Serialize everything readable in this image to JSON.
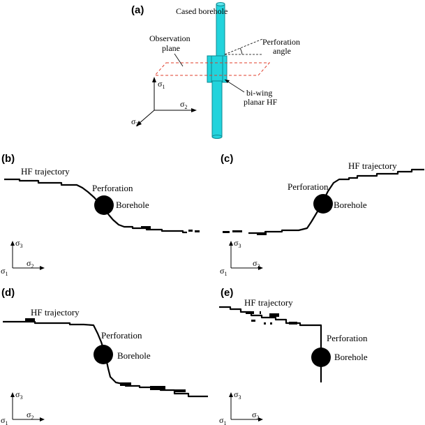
{
  "panels": [
    {
      "id": "a",
      "letter": "(a)"
    },
    {
      "id": "b",
      "letter": "(b)"
    },
    {
      "id": "c",
      "letter": "(c)"
    },
    {
      "id": "d",
      "letter": "(d)"
    },
    {
      "id": "e",
      "letter": "(e)"
    }
  ],
  "panel_a": {
    "cased_borehole": "Cased borehole",
    "observation_plane": [
      "Observation",
      "plane"
    ],
    "perforation_angle": [
      "Perforation",
      "angle"
    ],
    "bi_wing_hf": [
      "bi-wing",
      "planar HF"
    ]
  },
  "labels": {
    "hf_trajectory": "HF trajectory",
    "perforation": "Perforation",
    "borehole": "Borehole"
  },
  "stress": {
    "symbol": "σ",
    "sub1": "1",
    "sub2": "2",
    "sub3": "3"
  },
  "colors": {
    "casing": "#22d3dc",
    "casing_edge": "#0e8a92",
    "plane": "#e03c2a",
    "ink": "#000000"
  }
}
